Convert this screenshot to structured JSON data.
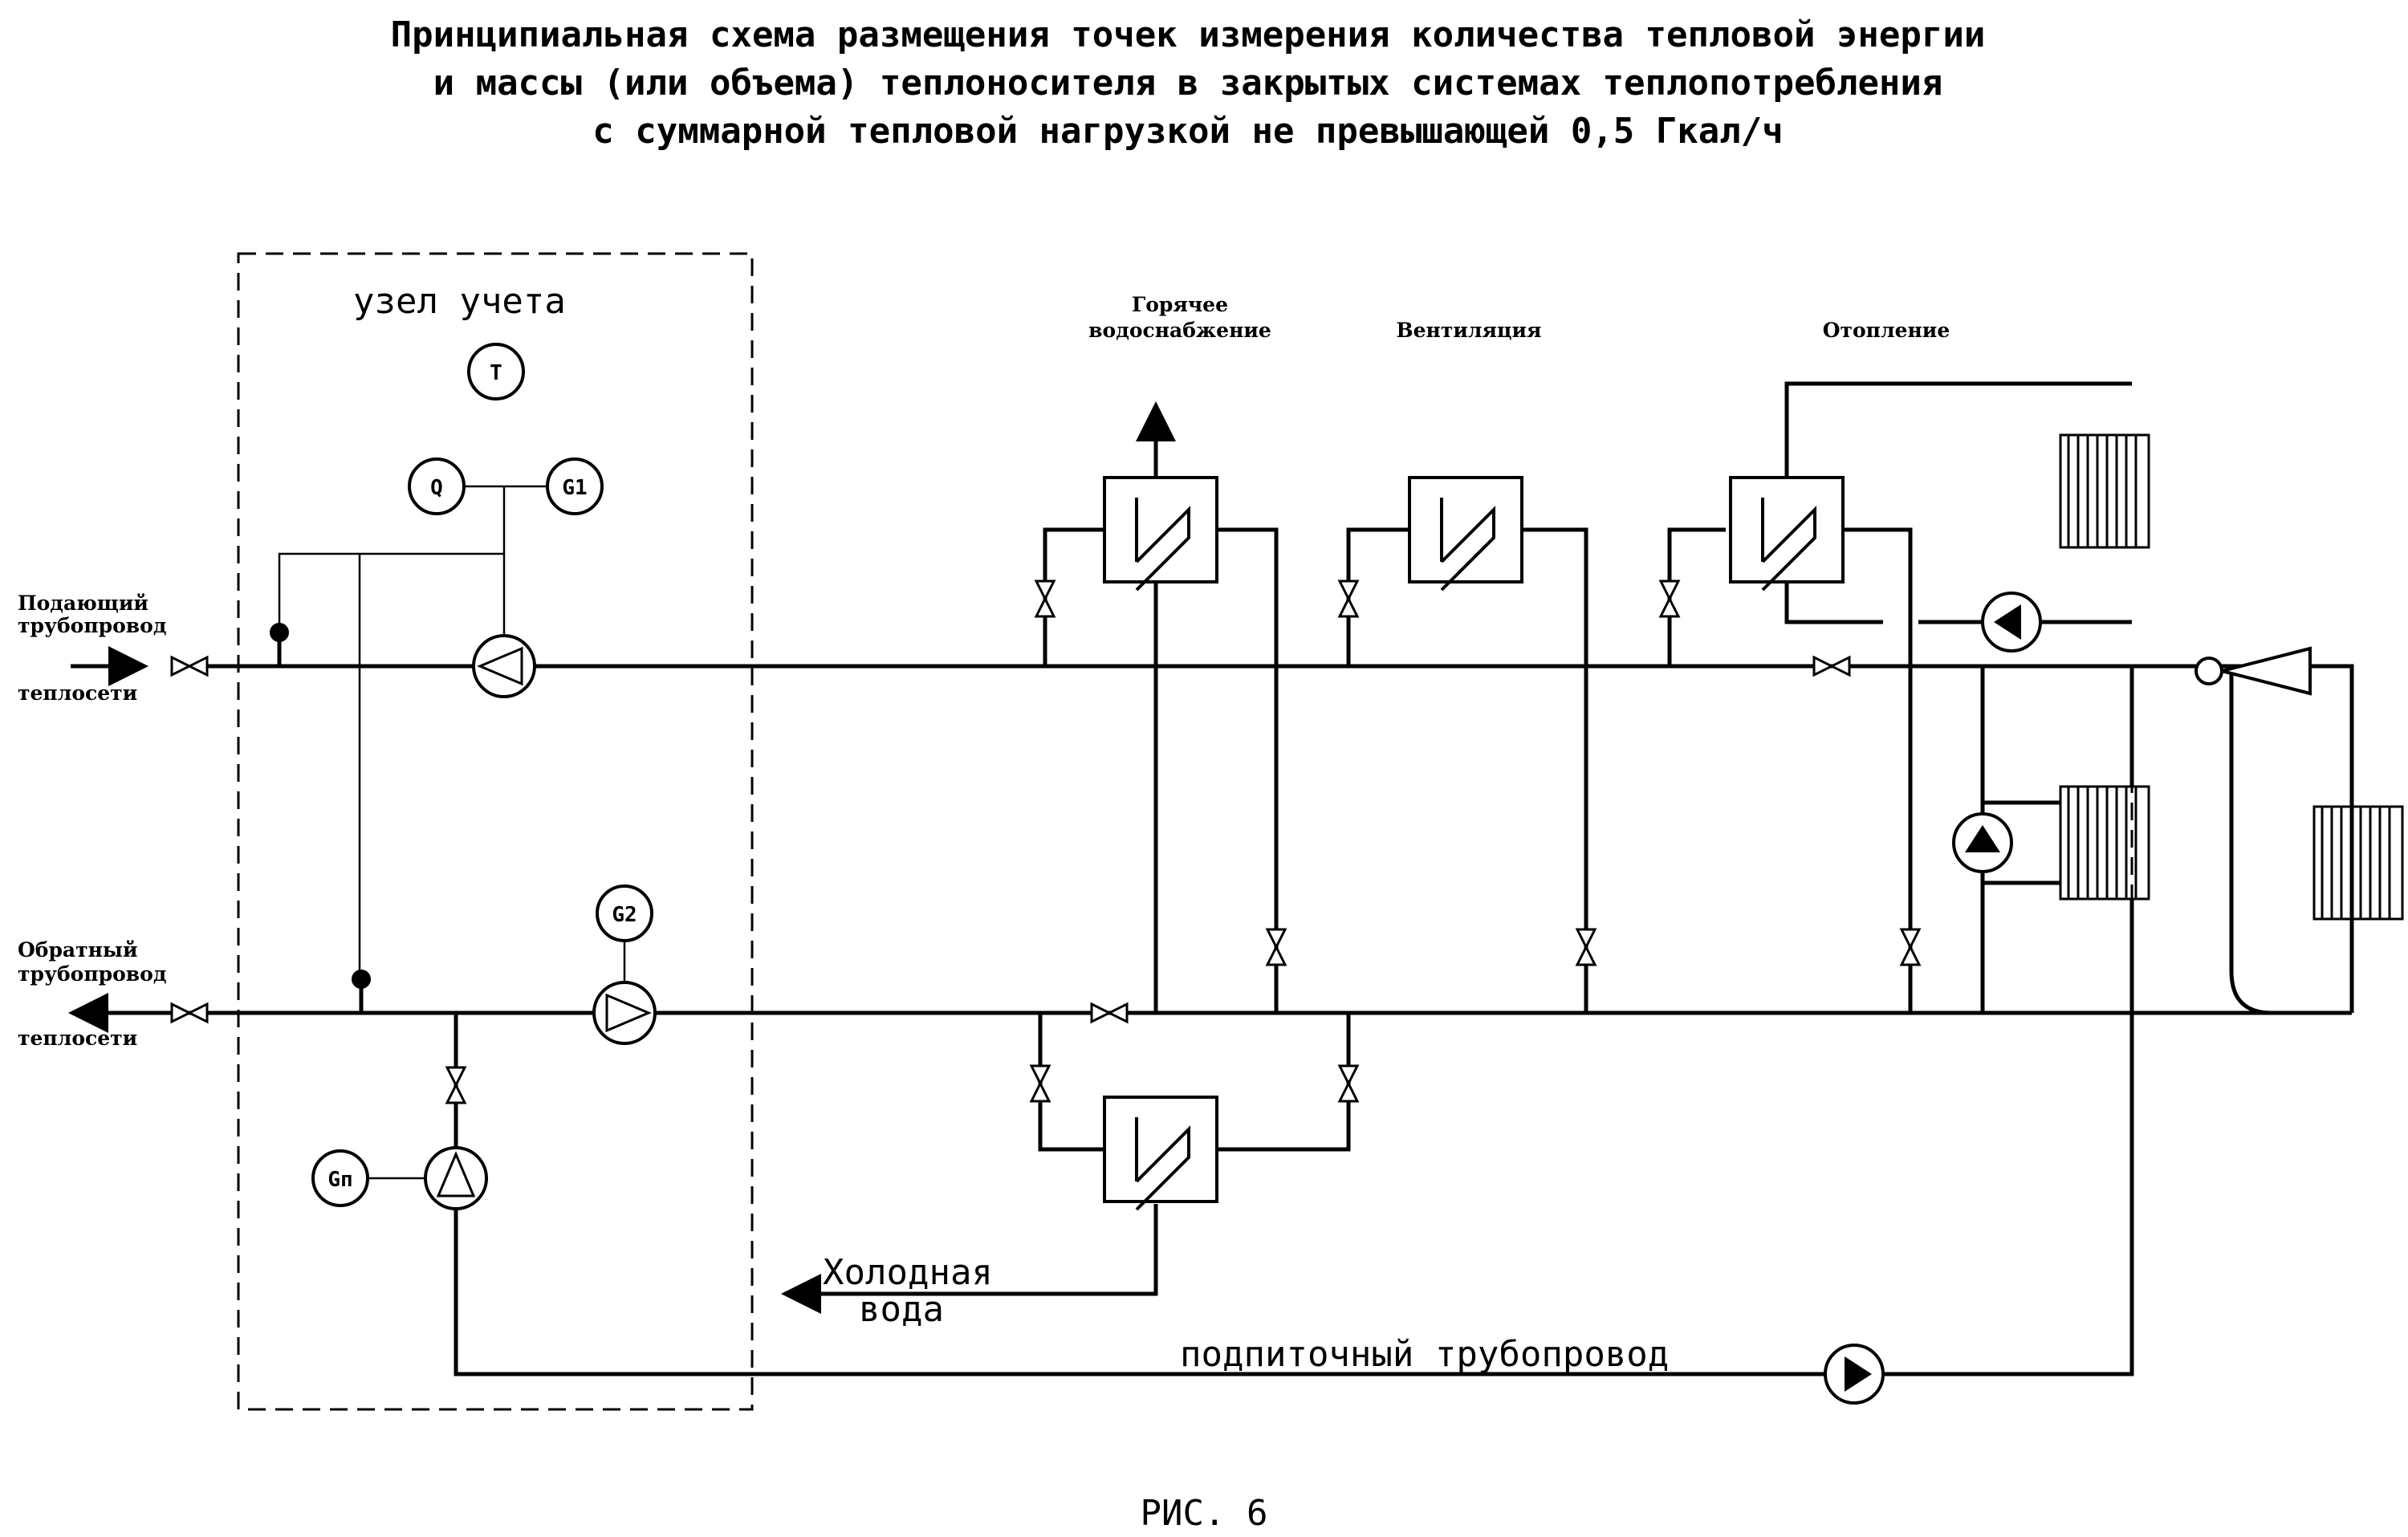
{
  "title": {
    "line1": "Принципиальная схема размещения точек измерения количества тепловой энергии",
    "line2": "и массы (или объема) теплоносителя в закрытых системах теплопотребления",
    "line3": "с суммарной тепловой нагрузкой не превышающей 0,5 Гкал/ч"
  },
  "metering_unit": {
    "label": "узел учета"
  },
  "instruments": {
    "t": "T",
    "q": "Q",
    "g1": "G1",
    "g2": "G2",
    "gp": "Gп"
  },
  "supply_pipe": {
    "line1": "Подающий",
    "line2": "трубопровод",
    "line3": "теплосети"
  },
  "return_pipe": {
    "line1": "Обратный",
    "line2": "трубопровод",
    "line3": "теплосети"
  },
  "consumers": {
    "hot_water_line1": "Горячее",
    "hot_water_line2": "водоснабжение",
    "ventilation": "Вентиляция",
    "heating": "Отопление"
  },
  "cold_water": {
    "line1": "Холодная",
    "line2": "вода"
  },
  "makeup_pipe": "подпиточный трубопровод",
  "caption": "РИС. 6"
}
